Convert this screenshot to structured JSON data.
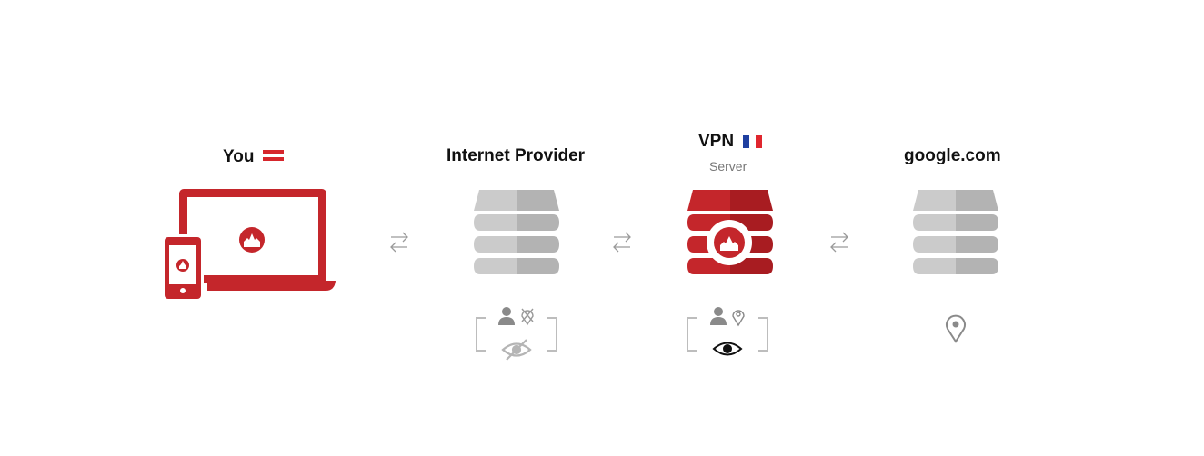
{
  "nodes": {
    "you": {
      "label": "You"
    },
    "isp": {
      "label": "Internet Provider"
    },
    "vpn": {
      "label": "VPN",
      "sublabel": "Server"
    },
    "site": {
      "label": "google.com"
    }
  },
  "colors": {
    "brand_red": "#c4262b",
    "dark_red": "#a81c21",
    "gray_light": "#cbcbcb",
    "gray_dark": "#b3b3b3",
    "icon_gray": "#8a8a8a",
    "flag_blue": "#1f3fa0",
    "flag_white": "#ffffff",
    "flag_red": "#e0262e"
  },
  "icons": [
    "laptop-icon",
    "phone-icon",
    "brand-logo-icon",
    "austria-flag-icon",
    "france-flag-icon",
    "server-icon",
    "vpn-server-icon",
    "user-icon",
    "location-blocked-icon",
    "location-pin-icon",
    "eye-slash-icon",
    "eye-icon",
    "bidirectional-arrows-icon"
  ]
}
